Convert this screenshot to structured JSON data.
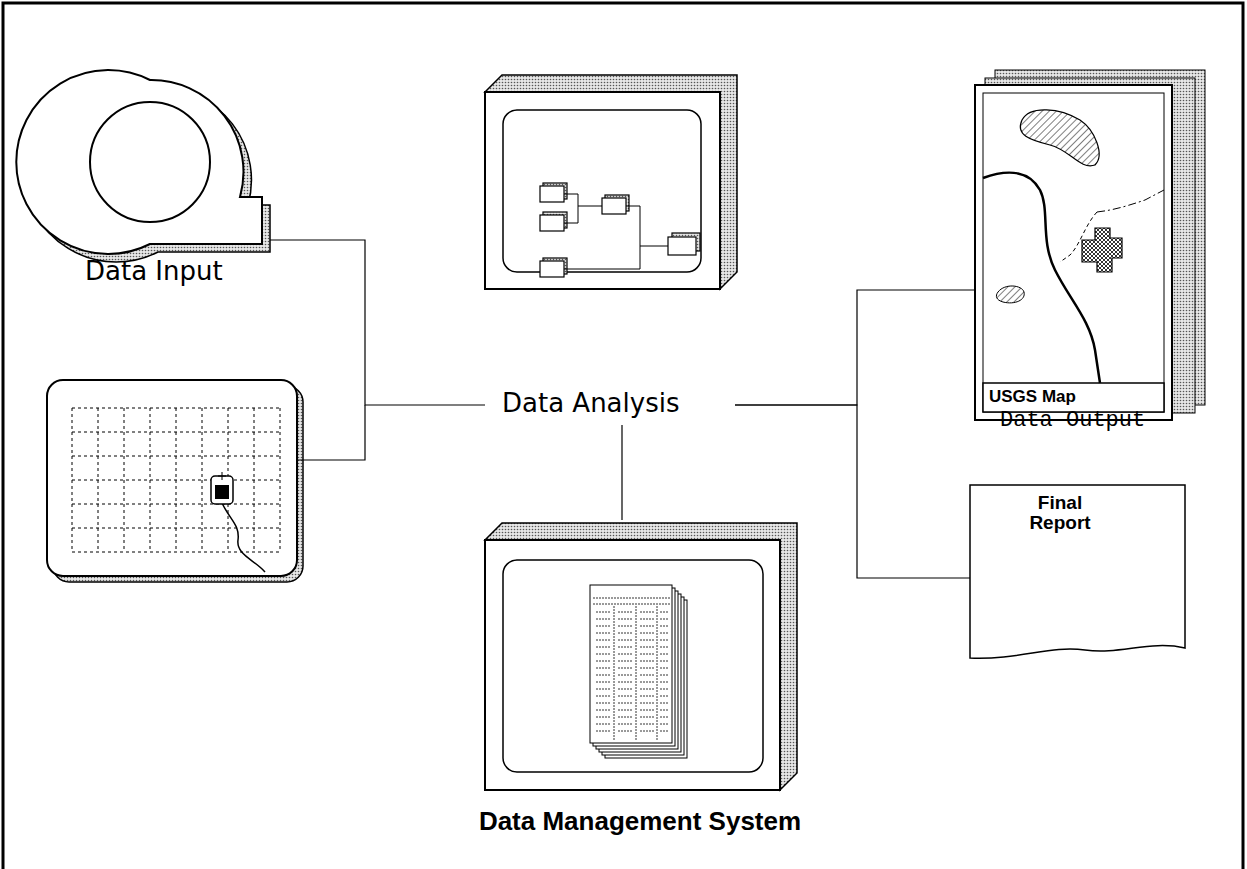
{
  "diagram": {
    "nodes": [
      {
        "text": [
          "Data Input"
        ]
      },
      {
        "text": [
          "Data Analysis"
        ]
      },
      {
        "text": [
          "Data Management System"
        ]
      },
      {
        "text": [
          "USGS Map"
        ]
      },
      {
        "text": [
          "Final Report"
        ]
      }
    ],
    "edges": [
      {
        "from": 0,
        "to": 1,
        "arrow": "none"
      },
      {
        "from": 1,
        "to": 2,
        "arrow": "none"
      },
      {
        "from": 1,
        "to": 3,
        "arrow": "none"
      },
      {
        "from": 1,
        "to": 4,
        "arrow": "none"
      }
    ],
    "labels": [
      "Data Output"
    ]
  }
}
